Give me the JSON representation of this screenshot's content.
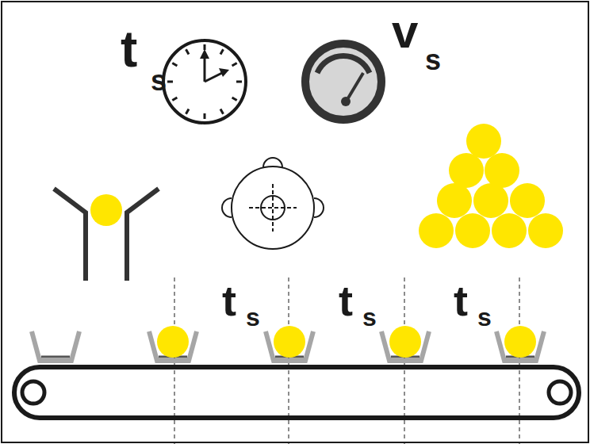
{
  "diagram": {
    "labels": [
      "t",
      "s",
      "v",
      "s",
      "t",
      "s",
      "t",
      "s",
      "t",
      "s"
    ]
  }
}
